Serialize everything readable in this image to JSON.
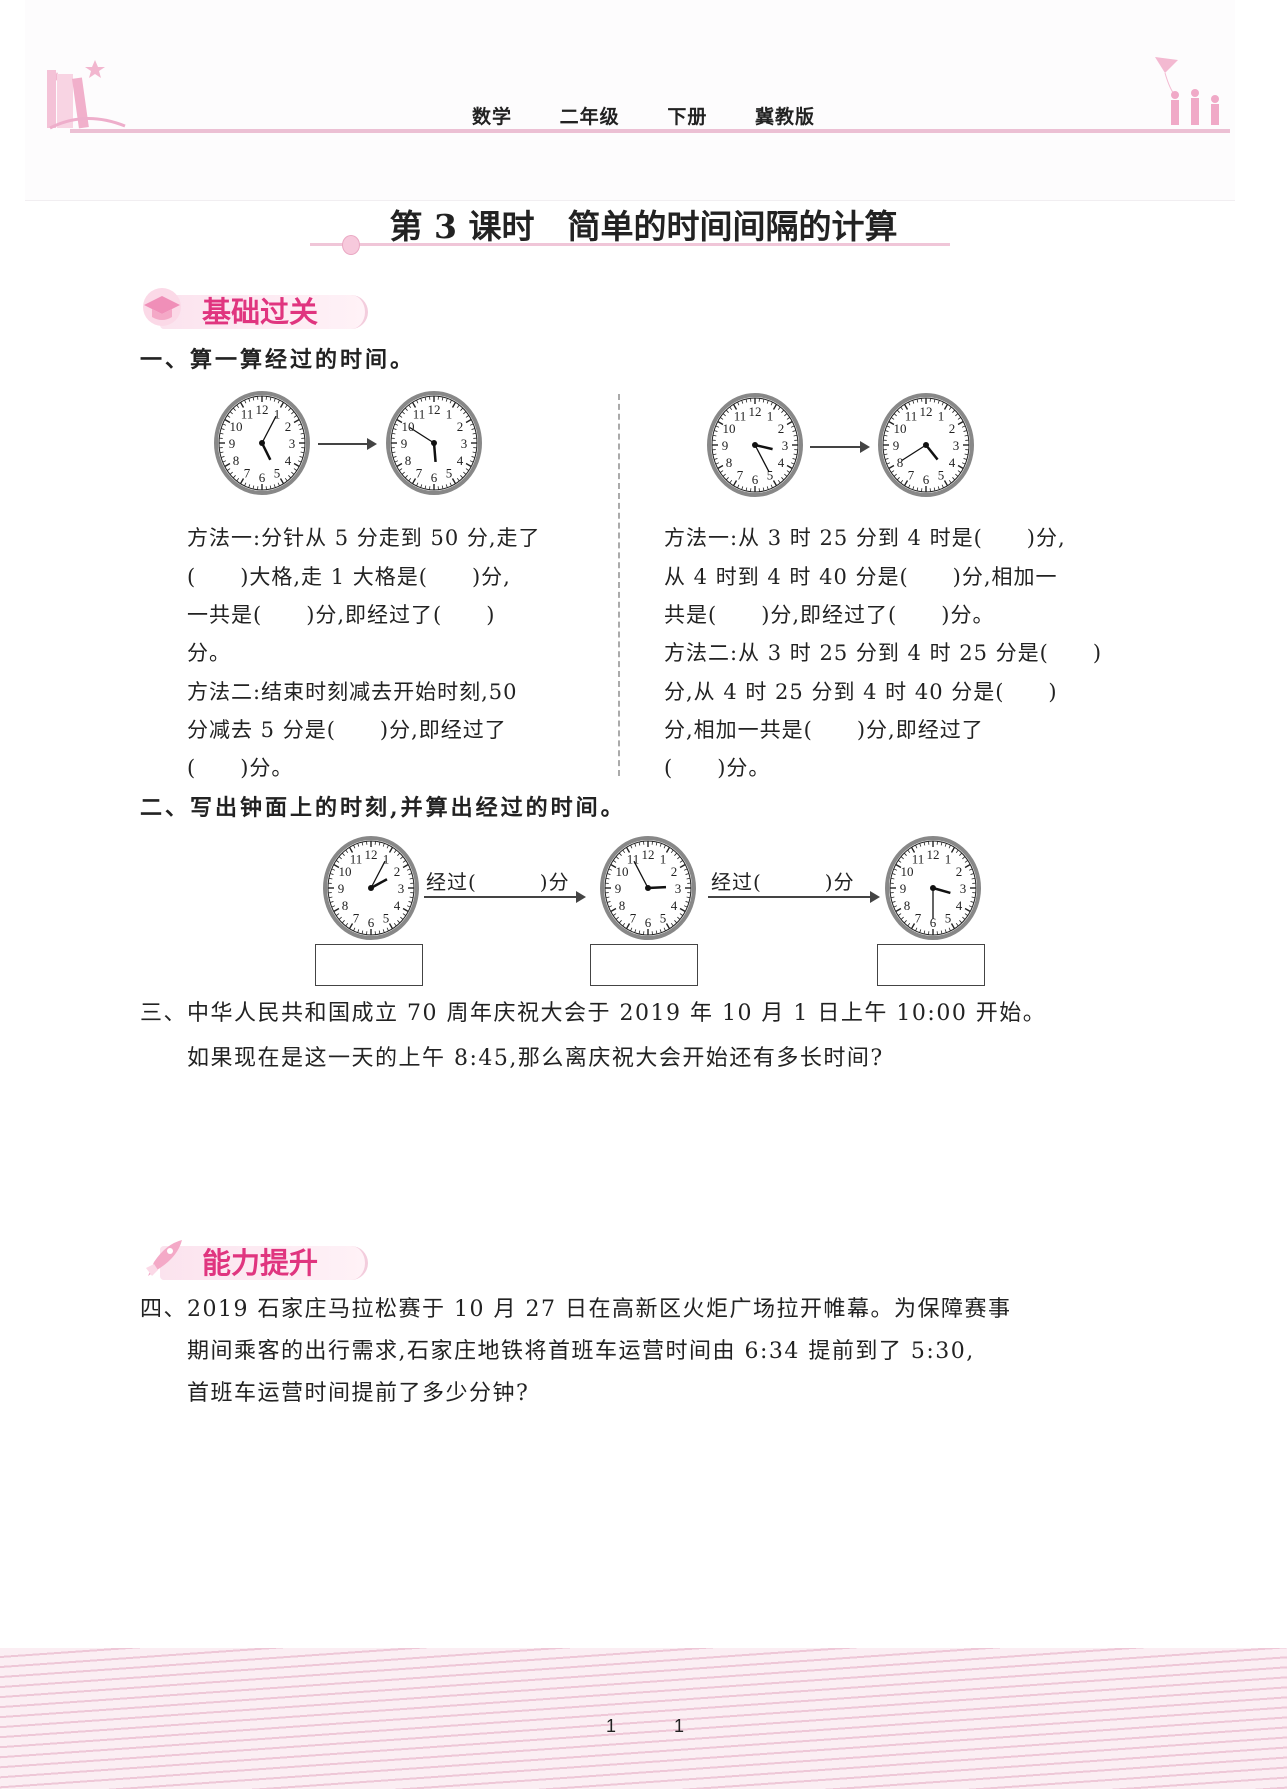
{
  "header": {
    "subject": "数学",
    "grade": "二年级",
    "volume": "下册",
    "edition": "冀教版"
  },
  "lesson_title": "第 3 课时　简单的时间间隔的计算",
  "sections": {
    "basic": "基础过关",
    "advanced": "能力提升"
  },
  "q1": {
    "title": "一、算一算经过的时间。",
    "left_clocks": [
      {
        "h": 5,
        "m": 5
      },
      {
        "h": 5,
        "m": 50
      }
    ],
    "right_clocks": [
      {
        "h": 3,
        "m": 25
      },
      {
        "h": 4,
        "m": 40
      }
    ],
    "left_lines": [
      "方法一:分针从 5 分走到 50 分,走了",
      "(　　)大格,走 1 大格是(　　)分,",
      "一共是(　　)分,即经过了(　　)",
      "分。",
      "方法二:结束时刻减去开始时刻,50",
      "分减去 5 分是(　　)分,即经过了",
      "(　　)分。"
    ],
    "right_lines": [
      "方法一:从 3 时 25 分到 4 时是(　　)分,",
      "从 4 时到 4 时 40 分是(　　)分,相加一",
      "共是(　　)分,即经过了(　　)分。",
      "方法二:从 3 时 25 分到 4 时 25 分是(　　)",
      "分,从 4 时 25 分到 4 时 40 分是(　　)",
      "分,相加一共是(　　)分,即经过了",
      "(　　)分。"
    ]
  },
  "q2": {
    "title": "二、写出钟面上的时刻,并算出经过的时间。",
    "clocks": [
      {
        "h": 2,
        "m": 5
      },
      {
        "h": 2,
        "m": 55
      },
      {
        "h": 3,
        "m": 30
      }
    ],
    "via_labels": [
      "经过(　　　)分",
      "经过(　　　)分"
    ]
  },
  "q3": {
    "lines": [
      "三、中华人民共和国成立 70 周年庆祝大会于 2019 年 10 月 1 日上午 10:00 开始。",
      "如果现在是这一天的上午 8:45,那么离庆祝大会开始还有多长时间?"
    ]
  },
  "q4": {
    "lines": [
      "四、2019 石家庄马拉松赛于 10 月 27 日在高新区火炬广场拉开帷幕。为保障赛事",
      "期间乘客的出行需求,石家庄地铁将首班车运营时间由 6:34 提前到了 5:30,",
      "首班车运营时间提前了多少分钟?"
    ]
  },
  "page_numbers": [
    "1",
    "1"
  ],
  "colors": {
    "accent": "#e0357f",
    "pink_line": "#ecc0d4"
  }
}
